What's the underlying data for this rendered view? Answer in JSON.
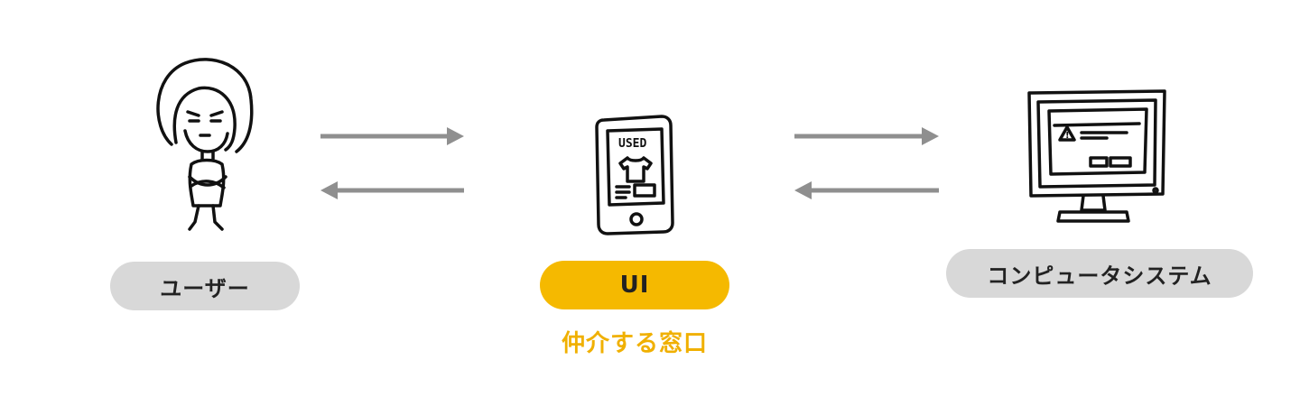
{
  "nodes": {
    "user": {
      "label": "ユーザー"
    },
    "ui": {
      "label": "UI",
      "caption": "仲介する窓口"
    },
    "computer": {
      "label": "コンピュータシステム",
      "screen_sign": "!"
    }
  },
  "device": {
    "screen_text": "USED"
  },
  "colors": {
    "arrow": "#8f8f8f",
    "pill_gray": "#d8d8d8",
    "pill_yellow": "#f5b900",
    "caption": "#f0b000"
  }
}
